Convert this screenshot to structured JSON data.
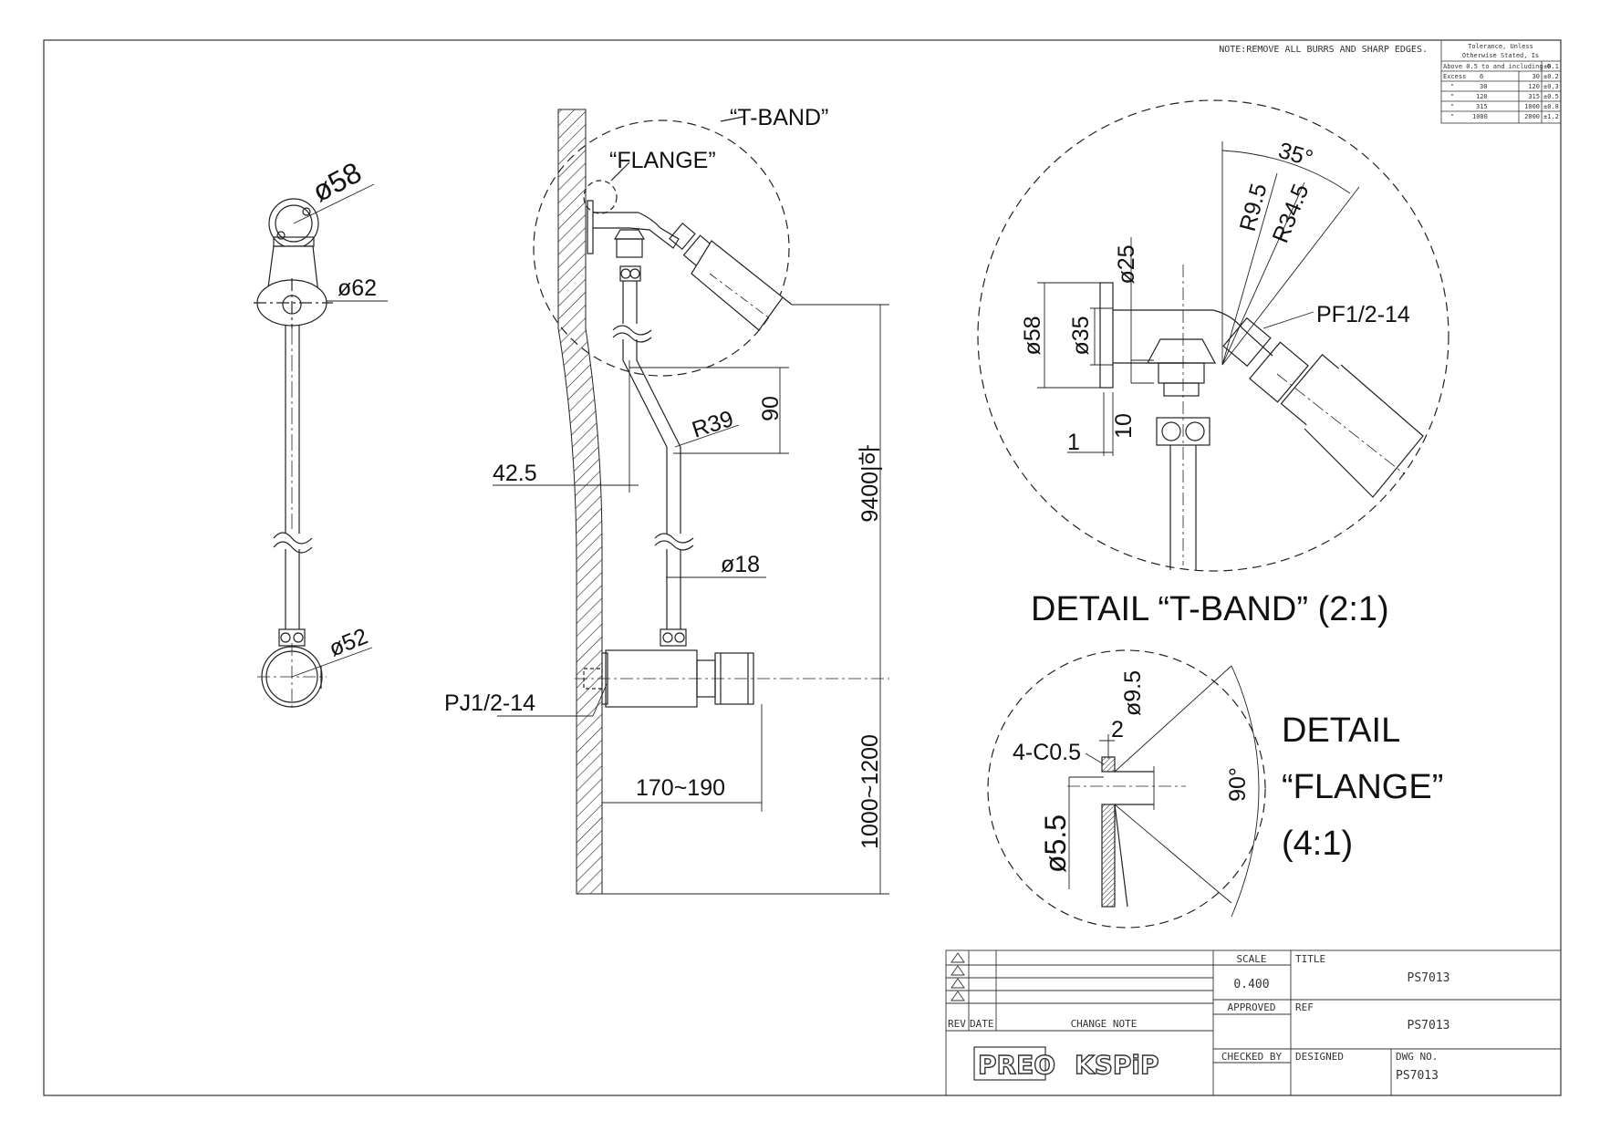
{
  "note": "NOTE:REMOVE ALL BURRS AND SHARP EDGES.",
  "tolerance": {
    "title_line1": "Tolerance, Unless",
    "title_line2": "Otherwise Stated, Is",
    "rows": [
      {
        "label": "Above 0.5 to and including 6",
        "mid": "",
        "to": "",
        "tol": "±0.1"
      },
      {
        "label": "Excess",
        "mid": "6",
        "to": "30",
        "tol": "±0.2"
      },
      {
        "label": "\"",
        "mid": "30",
        "to": "120",
        "tol": "±0.3"
      },
      {
        "label": "\"",
        "mid": "120",
        "to": "315",
        "tol": "±0.5"
      },
      {
        "label": "\"",
        "mid": "315",
        "to": "1000",
        "tol": "±0.8"
      },
      {
        "label": "\"",
        "mid": "1000",
        "to": "2000",
        "tol": "±1.2"
      }
    ]
  },
  "callouts": {
    "t_band": "“T-BAND”",
    "flange": "“FLANGE”"
  },
  "front_view": {
    "d58": "ø58",
    "d62": "ø62",
    "d52": "ø52"
  },
  "side_view": {
    "d42_5": "42.5",
    "r39": "R39",
    "d90": "90",
    "h9400": "9400|하",
    "d18": "ø18",
    "pj": "PJ1/2-14",
    "d170_190": "170~190",
    "d1000_1200": "1000~1200"
  },
  "detail_tband": {
    "title": "DETAIL “T-BAND” (2:1)",
    "angle": "35°",
    "r9_5": "R9.5",
    "r34_5": "R34.5",
    "d25": "ø25",
    "d58": "ø58",
    "d35": "ø35",
    "pf": "PF1/2-14",
    "d10": "10",
    "d1": "1"
  },
  "detail_flange": {
    "title_line1": "DETAIL",
    "title_line2": "“FLANGE”",
    "title_line3": "(4:1)",
    "d9_5": "ø9.5",
    "d2": "2",
    "chamfer": "4-C0.5",
    "d5_5": "ø5.5",
    "angle": "90°"
  },
  "title_block": {
    "rev": "REV",
    "date": "DATE",
    "change_note": "CHANGE NOTE",
    "scale_label": "SCALE",
    "scale_value": "0.400",
    "approved_label": "APPROVED",
    "checked_label": "CHECKED BY",
    "title_label": "TITLE",
    "title_value": "PS7013",
    "ref_label": "REF",
    "ref_value": "PS7013",
    "designed_label": "DESIGNED",
    "dwg_label": "DWG NO.",
    "dwg_value": "PS7013",
    "logo1": "PREO",
    "logo2": "KSPiP"
  }
}
